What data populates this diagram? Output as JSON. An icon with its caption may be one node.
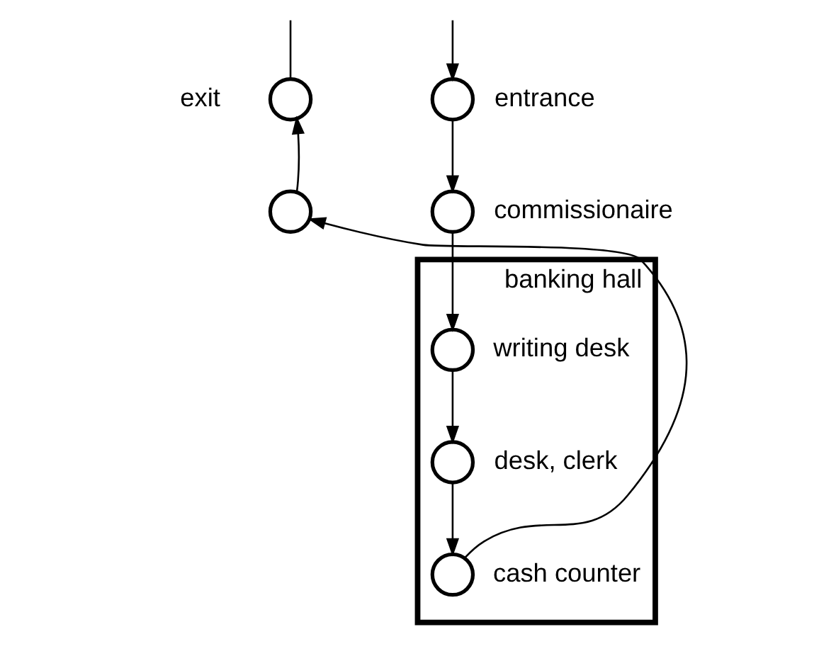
{
  "diagram": {
    "nodes": [
      {
        "text": [],
        "shape": "circle",
        "beside": [
          "exit"
        ]
      },
      {
        "text": [],
        "shape": "circle",
        "beside": [
          "entrance"
        ]
      },
      {
        "text": [],
        "shape": "circle"
      },
      {
        "text": [],
        "shape": "circle",
        "beside": [
          "commissionaire"
        ]
      },
      {
        "text": [
          "banking hall"
        ]
      },
      {
        "text": [],
        "shape": "circle",
        "in": 4,
        "beside": [
          "writing desk"
        ]
      },
      {
        "text": [],
        "shape": "circle",
        "in": 4,
        "beside": [
          "desk, clerk"
        ]
      },
      {
        "text": [],
        "shape": "circle",
        "in": 4,
        "beside": [
          "cash counter"
        ]
      }
    ],
    "edges": [
      {
        "from": null,
        "to": 1,
        "arrow": "to"
      },
      {
        "from": 1,
        "to": 3,
        "arrow": "to"
      },
      {
        "from": 3,
        "to": 5,
        "arrow": "to"
      },
      {
        "from": 5,
        "to": 6,
        "arrow": "to"
      },
      {
        "from": 6,
        "to": 7,
        "arrow": "to"
      },
      {
        "from": 7,
        "to": 2,
        "arrow": "to"
      },
      {
        "from": 2,
        "to": 0,
        "arrow": "to"
      },
      {
        "from": 0,
        "to": null,
        "arrow": "none"
      }
    ]
  }
}
